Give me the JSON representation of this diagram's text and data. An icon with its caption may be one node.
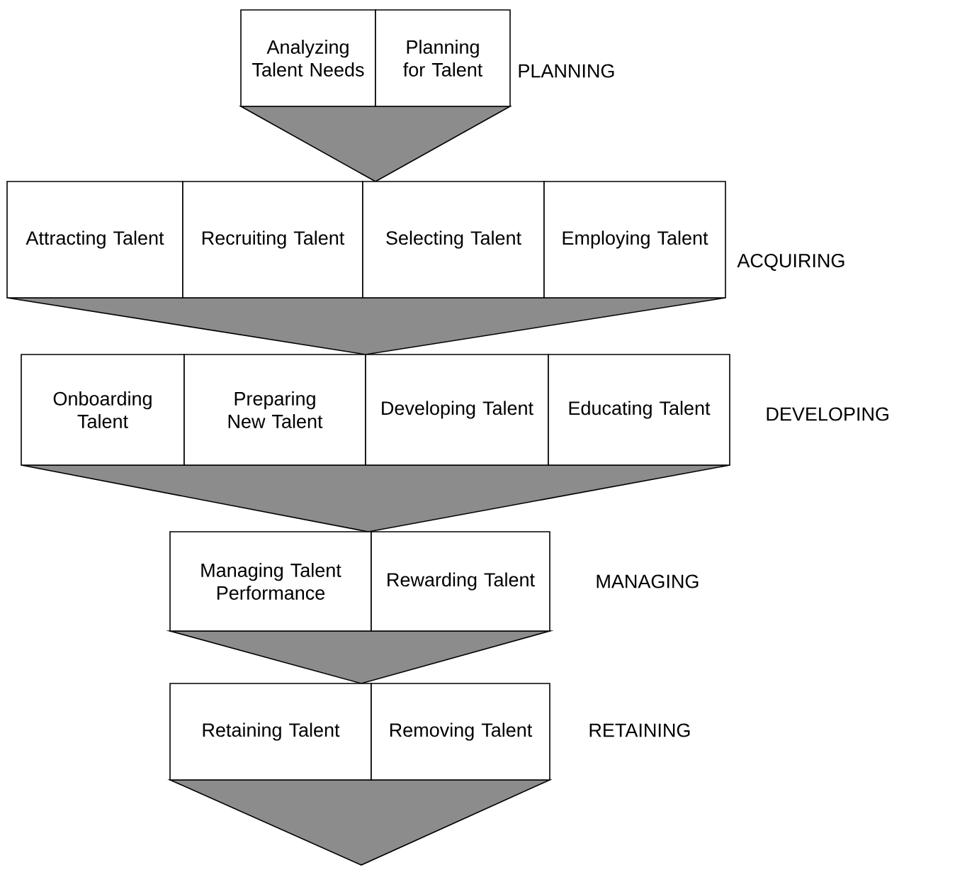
{
  "diagram": {
    "nodes": [
      {
        "text": [
          "Analyzing Talent Needs"
        ]
      },
      {
        "text": [
          "Planning for Talent"
        ]
      },
      {
        "text": [
          "Attracting Talent"
        ]
      },
      {
        "text": [
          "Recruiting Talent"
        ]
      },
      {
        "text": [
          "Selecting Talent"
        ]
      },
      {
        "text": [
          "Employing Talent"
        ]
      },
      {
        "text": [
          "Onboarding Talent"
        ]
      },
      {
        "text": [
          "Preparing New Talent"
        ]
      },
      {
        "text": [
          "Developing Talent"
        ]
      },
      {
        "text": [
          "Educating Talent"
        ]
      },
      {
        "text": [
          "Managing Talent Performance"
        ]
      },
      {
        "text": [
          "Rewarding Talent"
        ]
      },
      {
        "text": [
          "Retaining Talent"
        ]
      },
      {
        "text": [
          "Removing Talent"
        ]
      }
    ],
    "labels": [
      "PLANNING",
      "ACQUIRING",
      "DEVELOPING",
      "MANAGING",
      "RETAINING"
    ]
  }
}
